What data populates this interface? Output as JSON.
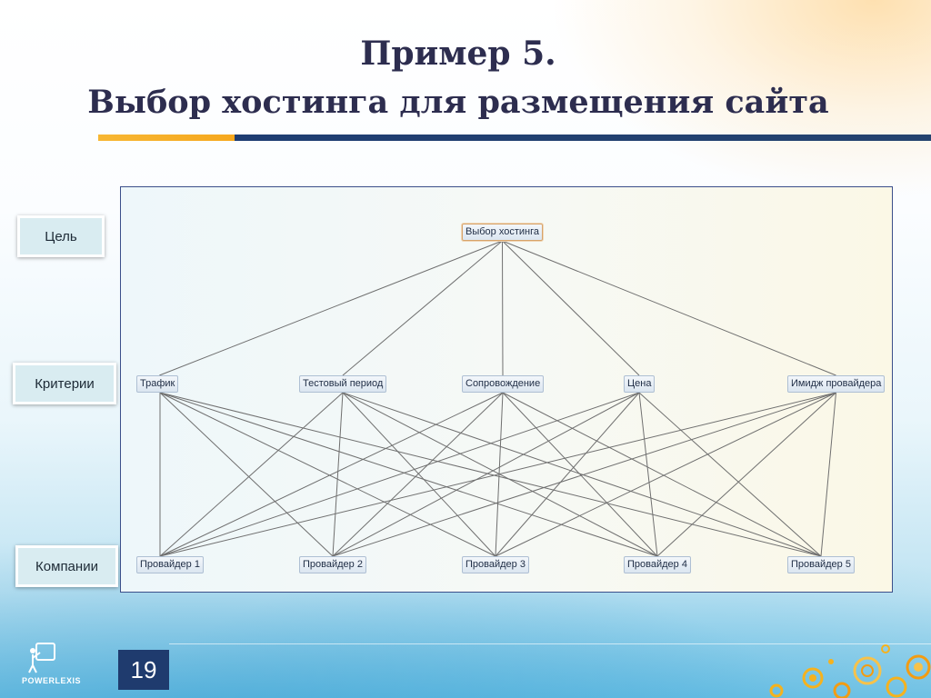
{
  "slide": {
    "title_line1": "Пример 5.",
    "title_line2": "Выбор хостинга для размещения сайта",
    "page_number": "19",
    "logo_text": "POWERLEXIS"
  },
  "levels": {
    "goal": "Цель",
    "criteria": "Критерии",
    "companies": "Компании"
  },
  "hierarchy": {
    "goal": "Выбор хостинга",
    "criteria": [
      "Трафик",
      "Тестовый период",
      "Сопровождение",
      "Цена",
      "Имидж провайдера"
    ],
    "alternatives": [
      "Провайдер 1",
      "Провайдер 2",
      "Провайдер 3",
      "Провайдер 4",
      "Провайдер 5"
    ]
  },
  "colors": {
    "title": "#2d2d4f",
    "accent_orange": "#f7b733",
    "accent_navy": "#1e3d72",
    "diagram_border": "#3b4f8a",
    "edge": "#6f6f6f"
  }
}
